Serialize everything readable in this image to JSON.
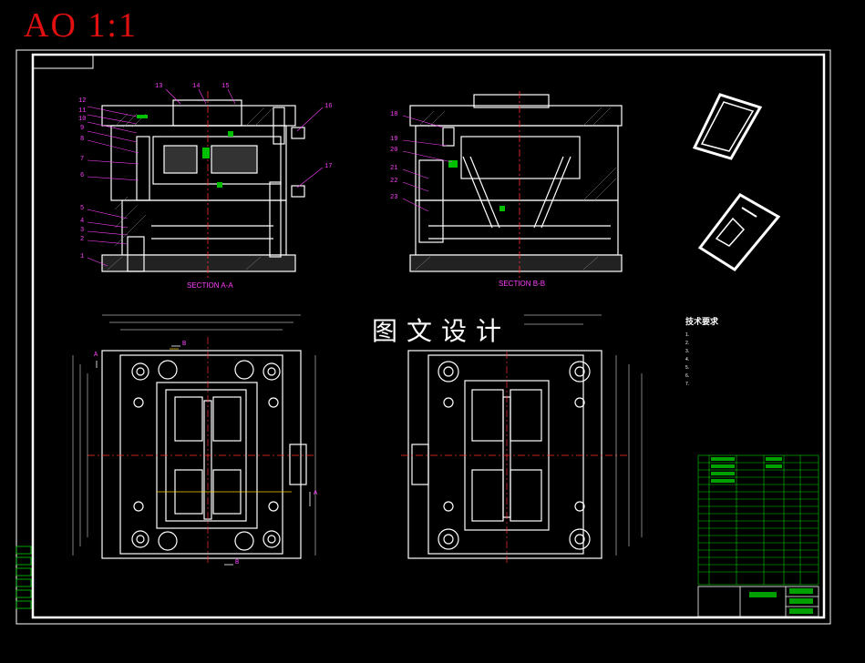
{
  "sheet": {
    "title": "AO 1:1",
    "watermark": "图文设计"
  },
  "sections": {
    "left_label": "SECTION A-A",
    "right_label": "SECTION B-B",
    "cut_marks": [
      "A",
      "A",
      "B",
      "B"
    ]
  },
  "part_numbers_left": [
    "13",
    "14",
    "15",
    "16",
    "12",
    "11",
    "10",
    "9",
    "8",
    "7",
    "6",
    "5",
    "4",
    "3",
    "2",
    "1",
    "17"
  ],
  "part_numbers_right": [
    "18",
    "19",
    "20",
    "21",
    "22",
    "23"
  ],
  "tech_requirements": {
    "title": "技术要求",
    "items": [
      "1.",
      "2.",
      "3.",
      "4.",
      "5.",
      "6.",
      "7."
    ]
  },
  "colors": {
    "outline": "#ffffff",
    "leader": "#ff40ff",
    "center": "#ff3030",
    "accent_green": "#00c000",
    "title_red": "#e01010",
    "table_green": "#00d000"
  }
}
